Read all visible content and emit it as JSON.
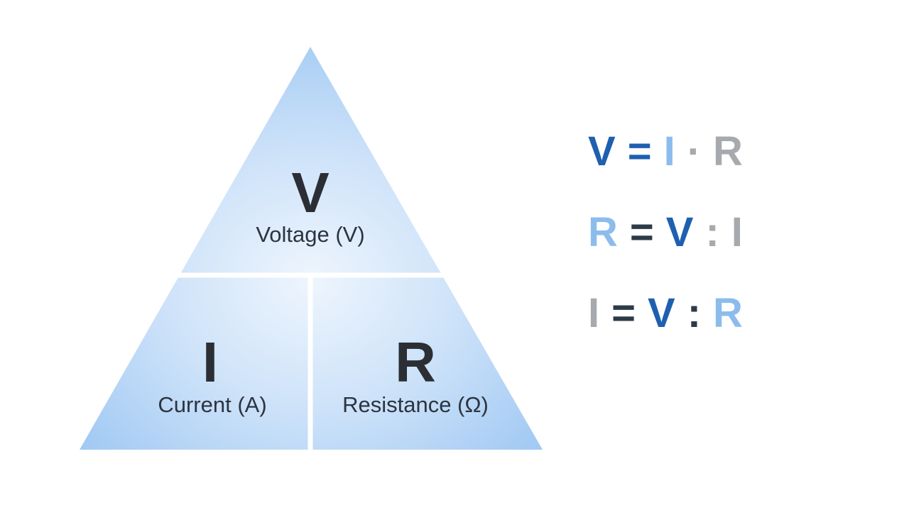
{
  "colors": {
    "dark_blue": "#1f5fb0",
    "light_blue": "#8cbcec",
    "gray": "#a6a9ad",
    "navy": "#2d3a48",
    "triangle_center": "#ecf4fd",
    "triangle_edge": "#96c3f2",
    "divider": "#ffffff",
    "symbol_text": "#2b2e34"
  },
  "triangle": {
    "top": {
      "symbol": "V",
      "label": "Voltage (V)"
    },
    "bottom_left": {
      "symbol": "I",
      "label": "Current (A)"
    },
    "bottom_right": {
      "symbol": "R",
      "label": "Resistance (Ω)"
    }
  },
  "formulas": [
    {
      "parts": [
        {
          "text": "V"
        },
        {
          "text": "="
        },
        {
          "text": "I"
        },
        {
          "text": "·"
        },
        {
          "text": "R"
        }
      ]
    },
    {
      "parts": [
        {
          "text": "R"
        },
        {
          "text": "="
        },
        {
          "text": "V"
        },
        {
          "text": ":"
        },
        {
          "text": "I"
        }
      ]
    },
    {
      "parts": [
        {
          "text": "I"
        },
        {
          "text": "="
        },
        {
          "text": "V"
        },
        {
          "text": ":"
        },
        {
          "text": "R"
        }
      ]
    }
  ]
}
